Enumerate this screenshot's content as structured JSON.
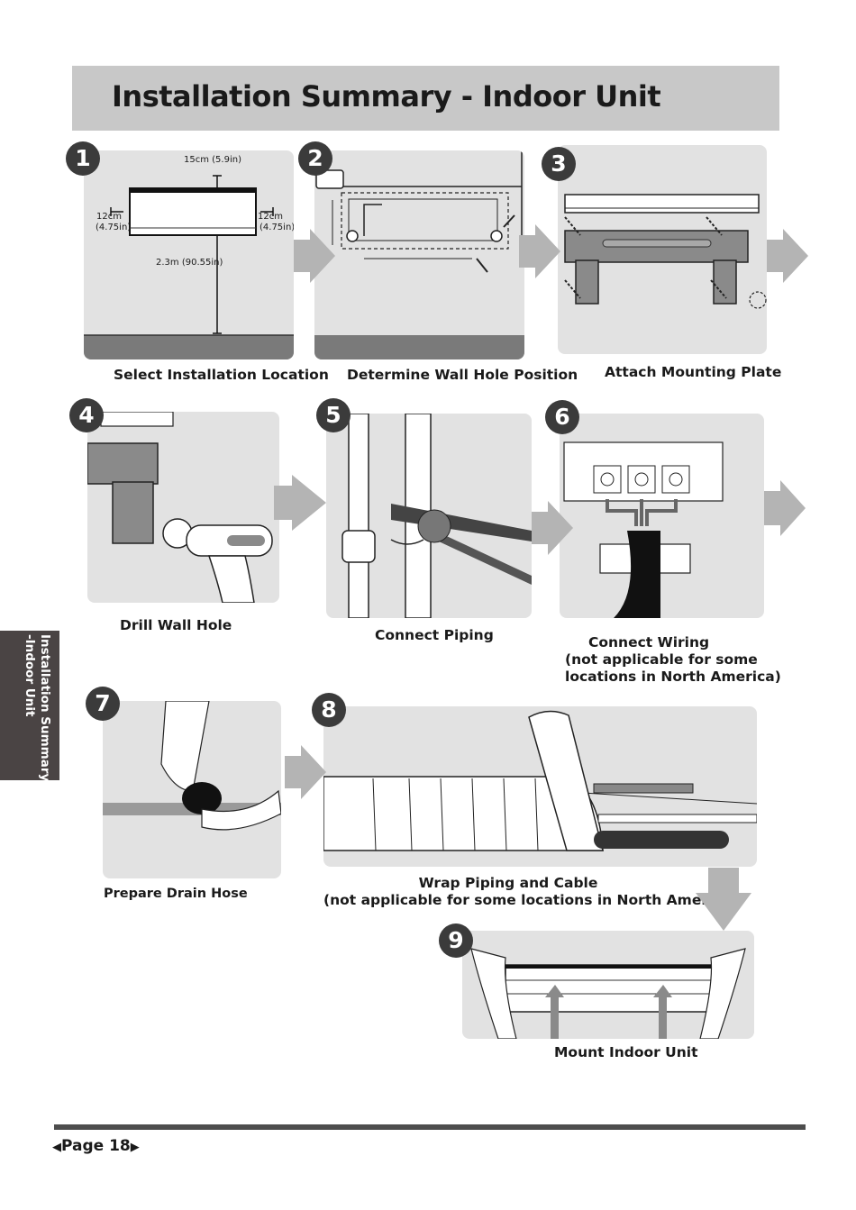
{
  "title": "Installation Summary - Indoor Unit",
  "side_tab": {
    "line1": "Installation Summary",
    "line2": "-Indoor Unit"
  },
  "steps": [
    {
      "number": "1",
      "caption": "Select Installation Location",
      "dims": {
        "top": "15cm (5.9in)",
        "left_cm": "12cm",
        "left_in": "(4.75in)",
        "right_cm": "12cm",
        "right_in": "(4.75in)",
        "floor": "2.3m (90.55in)"
      }
    },
    {
      "number": "2",
      "caption": "Determine Wall Hole Position"
    },
    {
      "number": "3",
      "caption": "Attach Mounting Plate"
    },
    {
      "number": "4",
      "caption": "Drill Wall Hole"
    },
    {
      "number": "5",
      "caption": "Connect Piping"
    },
    {
      "number": "6",
      "caption_lines": [
        "Connect Wiring",
        "(not applicable for some",
        "locations in North America)"
      ]
    },
    {
      "number": "7",
      "caption": "Prepare Drain Hose"
    },
    {
      "number": "8",
      "caption_lines": [
        "Wrap Piping and Cable",
        "(not applicable for some locations in North America)"
      ]
    },
    {
      "number": "9",
      "caption": "Mount Indoor Unit"
    }
  ],
  "footer": {
    "page_label": "Page 18",
    "prev_icon": "triangle-left-icon",
    "next_icon": "triangle-right-icon"
  },
  "colors": {
    "panel": "#e2e2e2",
    "title_bar": "#c8c8c8",
    "badge": "#3b3b3b",
    "arrow": "#b4b4b4",
    "side_tab": "#4a4444"
  }
}
